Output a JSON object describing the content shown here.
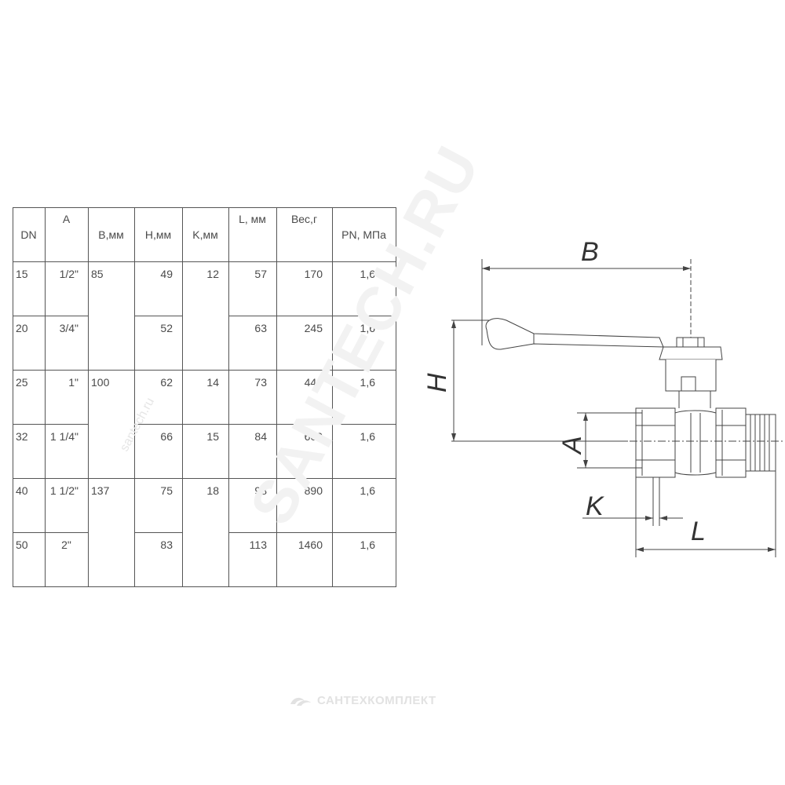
{
  "table": {
    "headers": {
      "dn": "DN",
      "a": "A",
      "b": "B,мм",
      "h": "H,мм",
      "k": "K,мм",
      "l": "L, мм",
      "weight": "Вес,г",
      "pn": "PN, МПа"
    },
    "rows": [
      {
        "dn": "15",
        "a": "1/2\"",
        "h": "49",
        "l": "57",
        "weight": "170",
        "pn": "1,6"
      },
      {
        "dn": "20",
        "a": "3/4\"",
        "h": "52",
        "l": "63",
        "weight": "245",
        "pn": "1,6"
      },
      {
        "dn": "25",
        "a": "1\"",
        "h": "62",
        "l": "73",
        "weight": "440",
        "pn": "1,6"
      },
      {
        "dn": "32",
        "a": "1 1/4\"",
        "h": "66",
        "l": "84",
        "weight": "600",
        "pn": "1,6"
      },
      {
        "dn": "40",
        "a": "1 1/2\"",
        "h": "75",
        "l": "98",
        "weight": "890",
        "pn": "1,6"
      },
      {
        "dn": "50",
        "a": "2\"",
        "h": "83",
        "l": "113",
        "weight": "1460",
        "pn": "1,6"
      }
    ],
    "b_values": [
      "85",
      "100",
      "137"
    ],
    "k_values": [
      "12",
      "14",
      "15",
      "18"
    ]
  },
  "drawing": {
    "labels": {
      "b": "B",
      "h": "H",
      "a": "A",
      "k": "K",
      "l": "L"
    }
  },
  "watermark": {
    "text": "SANTECH.RU",
    "small": "santech.ru",
    "brand": "САНТЕХКОМПЛЕКТ"
  }
}
